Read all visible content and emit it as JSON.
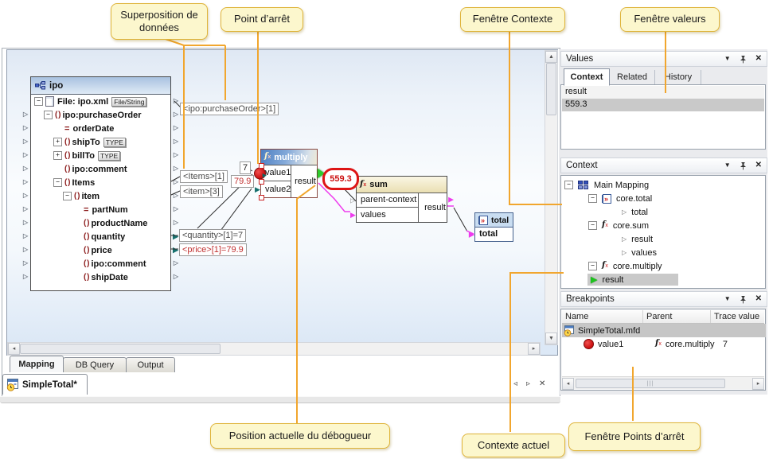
{
  "callouts": {
    "data_overlay": "Superposition de données",
    "breakpoint": "Point d’arrêt",
    "context_window": "Fenêtre Contexte",
    "values_window": "Fenêtre valeurs",
    "debugger_position": "Position actuelle du débogueur",
    "current_context": "Contexte actuel",
    "breakpoints_window": "Fenêtre Points d’arrêt"
  },
  "component": {
    "title": "ipo",
    "rows": [
      {
        "label": "File: ipo.xml",
        "badge": "File/String"
      },
      {
        "label": "ipo:purchaseOrder"
      },
      {
        "label": "orderDate"
      },
      {
        "label": "shipTo",
        "badge": "TYPE"
      },
      {
        "label": "billTo",
        "badge": "TYPE"
      },
      {
        "label": "ipo:comment"
      },
      {
        "label": "Items"
      },
      {
        "label": "item"
      },
      {
        "label": "partNum"
      },
      {
        "label": "productName"
      },
      {
        "label": "quantity"
      },
      {
        "label": "price"
      },
      {
        "label": "ipo:comment"
      },
      {
        "label": "shipDate"
      }
    ]
  },
  "trace": {
    "purchase_order": "<ipo:purchaseOrder>[1]",
    "items": "<Items>[1]",
    "item": "<item>[3]",
    "quantity": "<quantity>[1]=7",
    "price": "<price>[1]=79.9",
    "value1": "7",
    "value2": "79.9",
    "result": "559.3"
  },
  "fn": {
    "multiply": {
      "name": "multiply",
      "in1": "value1",
      "in2": "value2",
      "out": "result"
    },
    "sum": {
      "name": "sum",
      "in1": "parent-context",
      "in2": "values",
      "out": "result"
    },
    "total": {
      "name": "total",
      "row": "total"
    }
  },
  "tabs": {
    "mapping": "Mapping",
    "db_query": "DB Query",
    "output": "Output"
  },
  "doc_tab": "SimpleTotal*",
  "values_panel": {
    "title": "Values",
    "tab_context": "Context",
    "tab_related": "Related",
    "tab_history": "History",
    "row_name": "result",
    "row_value": "559.3"
  },
  "context_panel": {
    "title": "Context",
    "tree": [
      {
        "label": "Main Mapping"
      },
      {
        "label": "core.total"
      },
      {
        "label": "total"
      },
      {
        "label": "core.sum"
      },
      {
        "label": "result"
      },
      {
        "label": "values"
      },
      {
        "label": "core.multiply"
      },
      {
        "label": "result"
      }
    ]
  },
  "breakpoints_panel": {
    "title": "Breakpoints",
    "col_name": "Name",
    "col_parent": "Parent",
    "col_trace": "Trace value",
    "file": "SimpleTotal.mfd",
    "bp_name": "value1",
    "bp_parent": "core.multiply",
    "bp_trace": "7"
  },
  "colors": {
    "leader_accent": "#f1a62e",
    "callout_bg": "#fcf7cd",
    "callout_border": "#dfb43a",
    "connection_magenta": "#ee3cee",
    "breakpoint_red": "#cc1111",
    "debug_green": "#2ecc2e",
    "tree_maroon": "#8b1a1a",
    "trace_value_red": "#c03030"
  }
}
